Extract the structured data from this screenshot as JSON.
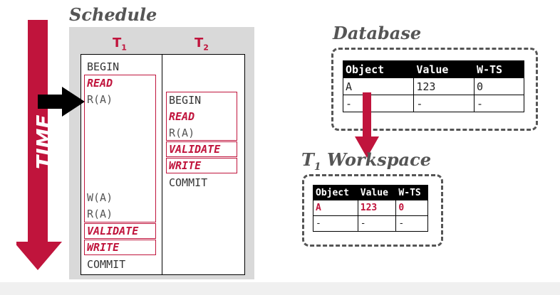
{
  "schedule": {
    "title": "Schedule",
    "time_label": "TIME",
    "t1": {
      "name": "T",
      "sub": "1",
      "ops": [
        "BEGIN",
        "READ",
        "R(A)",
        "W(A)",
        "R(A)",
        "VALIDATE",
        "WRITE",
        "COMMIT"
      ]
    },
    "t2": {
      "name": "T",
      "sub": "2",
      "ops": [
        "BEGIN",
        "READ",
        "R(A)",
        "VALIDATE",
        "WRITE",
        "COMMIT"
      ]
    }
  },
  "database": {
    "title": "Database",
    "headers": [
      "Object",
      "Value",
      "W-TS"
    ],
    "rows": [
      [
        "A",
        "123",
        "0"
      ],
      [
        "-",
        "-",
        "-"
      ]
    ]
  },
  "workspace": {
    "title_t": "T",
    "title_sub": "1",
    "title_rest": "Workspace",
    "headers": [
      "Object",
      "Value",
      "W-TS"
    ],
    "rows": [
      [
        "A",
        "123",
        "0"
      ],
      [
        "-",
        "-",
        "-"
      ]
    ]
  },
  "colors": {
    "accent_red": "#c0143c",
    "panel_gray": "#d9d9d9",
    "frame_gray": "#555555"
  }
}
